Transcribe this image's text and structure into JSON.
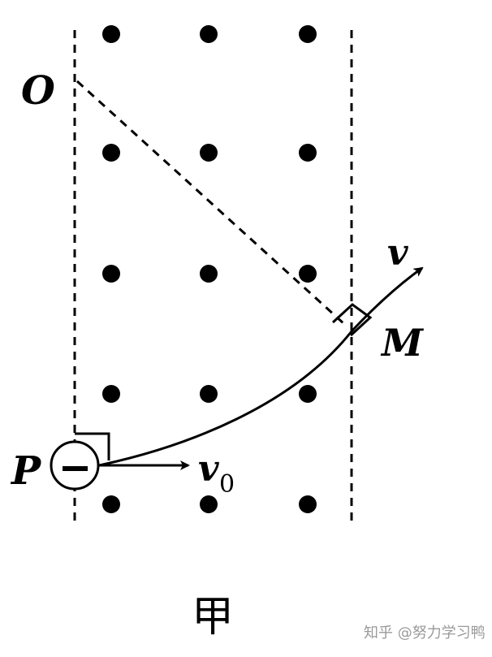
{
  "labels": {
    "origin": "O",
    "point_p": "P",
    "point_m": "M",
    "velocity": "v",
    "initial_velocity": "v",
    "initial_velocity_sub": "0",
    "charge_sign": "−",
    "caption": "甲",
    "watermark": "知乎 @努力学习鸭"
  },
  "field": {
    "symbol": "dot",
    "rows": 5,
    "columns": 3
  },
  "colors": {
    "ink": "#000000",
    "watermark": "#9a9a9a",
    "background": "#ffffff"
  }
}
